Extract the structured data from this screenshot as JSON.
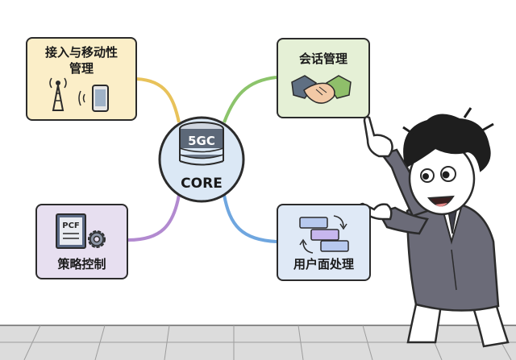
{
  "core": {
    "top_label": "5GC",
    "bottom_label": "CORE"
  },
  "modules": {
    "access": {
      "line1": "接入与移动性",
      "line2": "管理",
      "icons": [
        "antenna-tower-icon",
        "smartphone-icon"
      ]
    },
    "session": {
      "label": "会话管理",
      "icon": "handshake-icon"
    },
    "policy": {
      "label": "策略控制",
      "doc_label": "PCF",
      "icons": [
        "document-icon",
        "gear-icon"
      ]
    },
    "user_plane": {
      "label": "用户面处理",
      "icon": "data-flow-icon"
    }
  },
  "colors": {
    "access_line": "#e8c25a",
    "session_line": "#8cc46b",
    "policy_line": "#b28ad0",
    "userplane_line": "#6fa6df",
    "core_fill": "#dbe8f5",
    "outline": "#2b2b2b"
  }
}
